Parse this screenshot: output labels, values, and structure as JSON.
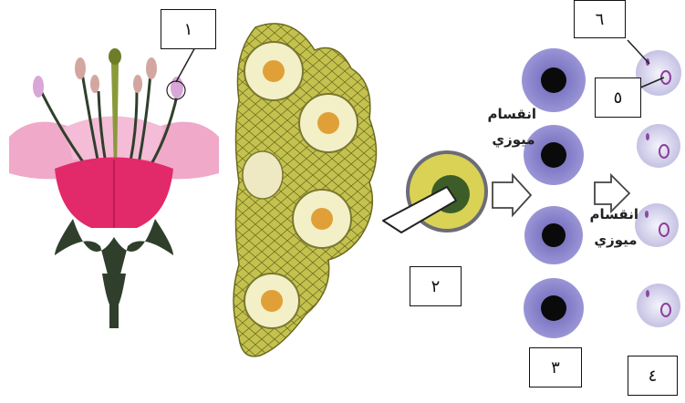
{
  "labels": {
    "one": "١",
    "two": "٢",
    "three": "٣",
    "four": "٤",
    "five": "٥",
    "six": "٦"
  },
  "division": {
    "first_line1": "انقسام",
    "first_line2": "ميوزي",
    "second_line1": "انقسام",
    "second_line2": "ميوزي"
  },
  "colors": {
    "petal_outer": "#f1a7c9",
    "petal_inner": "#e22a66",
    "sepal": "#2f3f2c",
    "anther_tissue": "#bfbd4a",
    "pollen_sac": "#f3f0c8",
    "mother_cell": "#7f78c7",
    "pollen_grain": "#c9c6e6"
  }
}
